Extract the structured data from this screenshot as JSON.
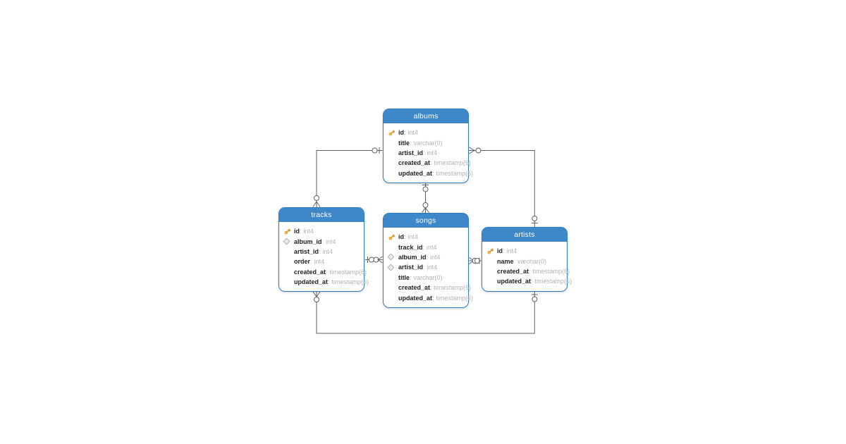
{
  "diagram": {
    "type": "entity-relationship",
    "colors": {
      "background": "#ffffff",
      "table_header_bg": "#3e87c9",
      "table_border": "#2d7dc3",
      "table_body_bg": "#ffffff",
      "header_text": "#ffffff",
      "field_name_text": "#1f1f1f",
      "field_type_text": "#b3b3b3",
      "relationship_line": "#59616b",
      "primary_key_icon": "#f3b73c",
      "foreign_key_icon": "#ededed"
    },
    "tables": [
      {
        "name": "albums",
        "fields": [
          {
            "name": "id",
            "type": "int4",
            "icon": "primary-key"
          },
          {
            "name": "title",
            "type": "varchar(0)",
            "icon": "none"
          },
          {
            "name": "artist_id",
            "type": "int4",
            "icon": "none"
          },
          {
            "name": "created_at",
            "type": "timestamp(6)",
            "icon": "none"
          },
          {
            "name": "updated_at",
            "type": "timestamp(6)",
            "icon": "none"
          }
        ]
      },
      {
        "name": "tracks",
        "fields": [
          {
            "name": "id",
            "type": "int4",
            "icon": "primary-key"
          },
          {
            "name": "album_id",
            "type": "int4",
            "icon": "foreign-key"
          },
          {
            "name": "artist_id",
            "type": "int4",
            "icon": "none"
          },
          {
            "name": "order",
            "type": "int4",
            "icon": "none"
          },
          {
            "name": "created_at",
            "type": "timestamp(6)",
            "icon": "none"
          },
          {
            "name": "updated_at",
            "type": "timestamp(6)",
            "icon": "none"
          }
        ]
      },
      {
        "name": "songs",
        "fields": [
          {
            "name": "id",
            "type": "int4",
            "icon": "primary-key"
          },
          {
            "name": "track_id",
            "type": "int4",
            "icon": "none"
          },
          {
            "name": "album_id",
            "type": "int4",
            "icon": "foreign-key"
          },
          {
            "name": "artist_id",
            "type": "int4",
            "icon": "foreign-key"
          },
          {
            "name": "title",
            "type": "varchar(0)",
            "icon": "none"
          },
          {
            "name": "created_at",
            "type": "timestamp(6)",
            "icon": "none"
          },
          {
            "name": "updated_at",
            "type": "timestamp(6)",
            "icon": "none"
          }
        ]
      },
      {
        "name": "artists",
        "fields": [
          {
            "name": "id",
            "type": "int4",
            "icon": "primary-key"
          },
          {
            "name": "name",
            "type": "varchar(0)",
            "icon": "none"
          },
          {
            "name": "created_at",
            "type": "timestamp(6)",
            "icon": "none"
          },
          {
            "name": "updated_at",
            "type": "timestamp(6)",
            "icon": "none"
          }
        ]
      }
    ],
    "relationships": [
      {
        "from": "tracks.album_id",
        "to": "albums.id",
        "from_cardinality": "zero-or-many",
        "to_cardinality": "zero-or-one"
      },
      {
        "from": "albums.artist_id",
        "to": "artists.id",
        "from_cardinality": "zero-or-many",
        "to_cardinality": "zero-or-one"
      },
      {
        "from": "songs.album_id",
        "to": "albums.id",
        "from_cardinality": "zero-or-many",
        "to_cardinality": "zero-or-one"
      },
      {
        "from": "songs.track_id",
        "to": "tracks.id",
        "from_cardinality": "zero-or-many",
        "to_cardinality": "zero-or-one"
      },
      {
        "from": "songs.artist_id",
        "to": "artists.id",
        "from_cardinality": "zero-or-many",
        "to_cardinality": "zero-or-one"
      },
      {
        "from": "tracks.artist_id",
        "to": "artists.id",
        "from_cardinality": "zero-or-many",
        "to_cardinality": "zero-or-one"
      }
    ]
  }
}
